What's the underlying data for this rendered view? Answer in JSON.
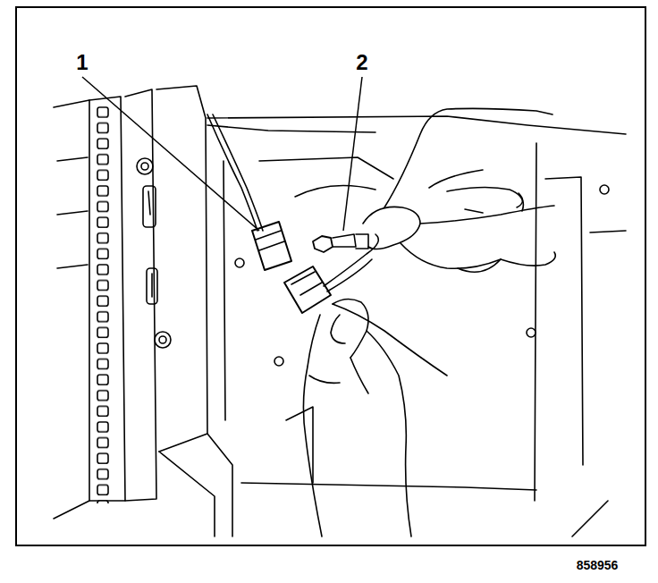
{
  "diagram": {
    "labels": [
      "1",
      "2",
      "858956"
    ]
  }
}
